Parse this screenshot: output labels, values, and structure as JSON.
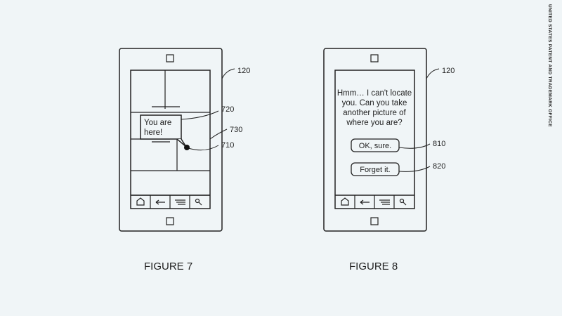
{
  "figure7": {
    "caption": "FIGURE 7",
    "bubble_line1": "You are",
    "bubble_line2": "here!",
    "ref_device": "120",
    "ref_bubble": "720",
    "ref_map": "730",
    "ref_dot": "710"
  },
  "figure8": {
    "caption": "FIGURE 8",
    "message_lines": [
      "Hmm… I can't locate",
      "you.  Can you take",
      "another picture of",
      "where you are?"
    ],
    "ok_button": "OK, sure.",
    "forget_button": "Forget it.",
    "ref_device": "120",
    "ref_ok": "810",
    "ref_forget": "820"
  },
  "navbar_icons": [
    "home-icon",
    "back-arrow-icon",
    "menu-icon",
    "search-icon"
  ],
  "side_credit": "UNITED STATES PATENT AND TRADEMARK OFFICE",
  "colors": {
    "background": "#f0f5f7",
    "ink": "#222222"
  }
}
